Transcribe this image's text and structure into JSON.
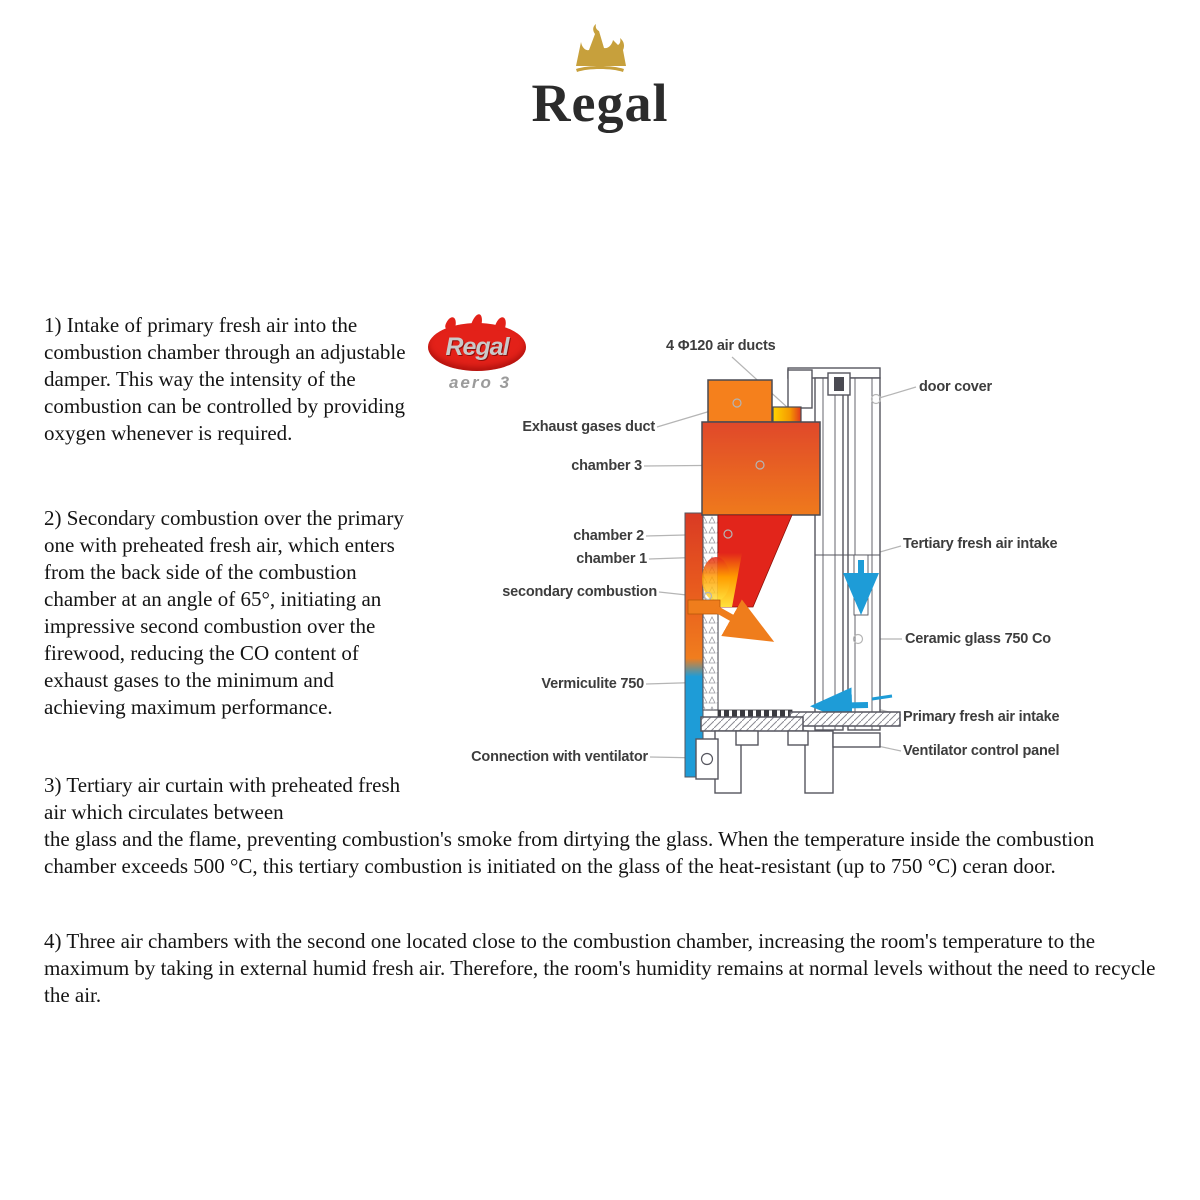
{
  "logo": {
    "text": "Regal",
    "crown_icon": "crown",
    "crown_color": "#c7a03c"
  },
  "article": {
    "paragraph_1": "1) Intake of primary fresh air into the combustion chamber through an adjustable damper. This way the intensity of the combustion can be controlled by providing oxygen whenever is required.",
    "paragraph_2": "2) Secondary combustion over the primary one with preheated fresh air, which enters from the back side of the combustion chamber at an angle of 65°, initiating an impressive second combustion over the firewood, reducing the CO content of exhaust gases to the minimum and achieving maximum performance.",
    "paragraph_3_intro": "3) Tertiary air curtain with preheated fresh air which circulates between",
    "paragraph_3_rest": "the glass and the flame, preventing combustion's smoke from dirtying the glass. When the temperature inside the combustion chamber exceeds 500 °C, this tertiary combustion is initiated on the glass of the heat-resistant (up to 750 °C) ceran door.",
    "paragraph_4": "4) Three air chambers with the second one located close to the combustion chamber, increasing the room's temperature to the maximum by taking in external humid fresh air. Therefore, the room's humidity remains at normal levels without the need to recycle the air."
  },
  "diagram": {
    "brand": {
      "name": "Regal",
      "model": "aero 3"
    },
    "labels": {
      "air_ducts": "4 Φ120 air ducts",
      "door_cover": "door cover",
      "exhaust_duct": "Exhaust gases duct",
      "chamber_3": "chamber 3",
      "chamber_2": "chamber 2",
      "chamber_1": "chamber 1",
      "secondary_combustion": "secondary combustion",
      "tertiary_intake": "Tertiary fresh air intake",
      "ceramic_glass": "Ceramic glass 750 Co",
      "vermiculite": "Vermiculite 750",
      "primary_intake": "Primary fresh air intake",
      "connection_ventilator": "Connection with ventilator",
      "ventilator_panel": "Ventilator control panel"
    },
    "colors": {
      "flame_red": "#e2251b",
      "duct_orange": "#f5801c",
      "chamber_red_orange": "#e04b28",
      "flame_yellow": "#ffd400",
      "air_blue": "#1e9cd7",
      "label_text": "#3d3d3d",
      "logo_red": "#e32119",
      "leader_gray": "#b5b5b5",
      "outline_gray": "#55555e"
    }
  }
}
